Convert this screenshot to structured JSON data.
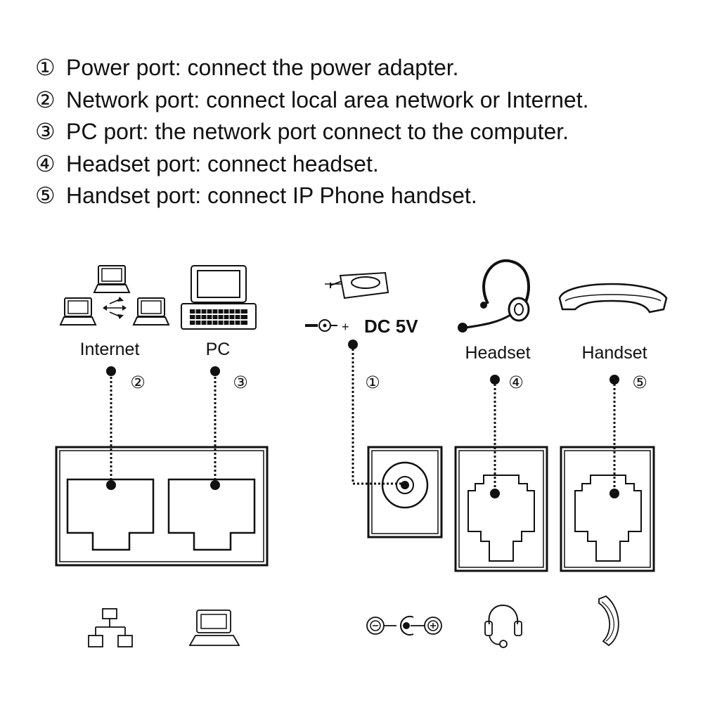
{
  "legend": [
    {
      "num": "①",
      "text": "Power port: connect the power adapter."
    },
    {
      "num": "②",
      "text": "Network port: connect local area network or Internet."
    },
    {
      "num": "③",
      "text": "PC port: the network port connect to the computer."
    },
    {
      "num": "④",
      "text": "Headset port: connect headset."
    },
    {
      "num": "⑤",
      "text": "Handset port: connect IP Phone handset."
    }
  ],
  "devices": {
    "internet": {
      "label": "Internet",
      "num": "②",
      "icon": "network-computers-icon",
      "port_icon": "network-port-icon"
    },
    "pc": {
      "label": "PC",
      "num": "③",
      "icon": "desktop-computer-icon",
      "port_icon": "pc-port-icon"
    },
    "power": {
      "label": "DC 5V",
      "polarity_minus": "—",
      "polarity_plus": "+",
      "num": "①",
      "icon": "power-adapter-icon",
      "port_icon": "dc-polarity-icon"
    },
    "headset": {
      "label": "Headset",
      "num": "④",
      "icon": "headset-icon",
      "port_icon": "headset-port-icon"
    },
    "handset": {
      "label": "Handset",
      "num": "⑤",
      "icon": "handset-icon",
      "port_icon": "handset-port-icon"
    }
  },
  "colors": {
    "line": "#111111",
    "background": "#ffffff"
  }
}
